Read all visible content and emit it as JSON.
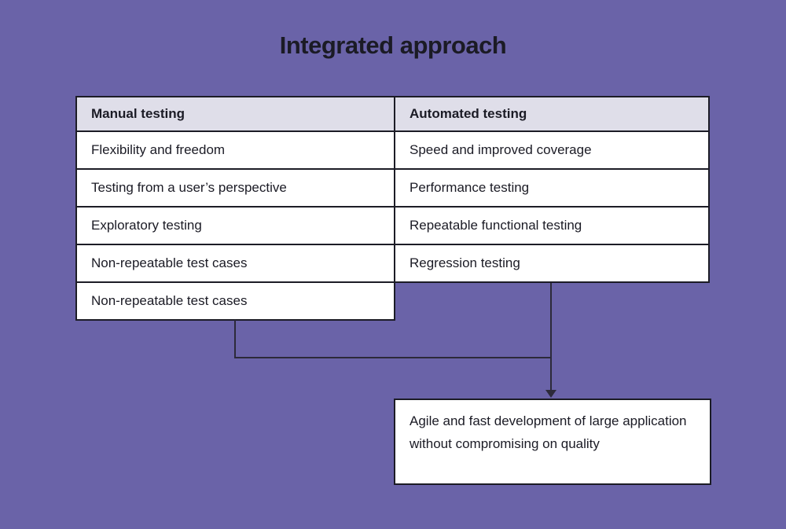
{
  "title": "Integrated approach",
  "table": {
    "headers": [
      "Manual testing",
      "Automated testing"
    ],
    "rows": [
      [
        "Flexibility and freedom",
        "Speed and improved coverage"
      ],
      [
        "Testing from a user’s perspective",
        "Performance testing"
      ],
      [
        "Exploratory testing",
        "Repeatable functional testing"
      ],
      [
        "Non-repeatable test cases",
        "Regression testing"
      ]
    ],
    "extra_row_left": "Non-repeatable test cases"
  },
  "result_box": {
    "text": "Agile and fast development of large application without compromising on quality"
  },
  "colors": {
    "background": "#6A63A8",
    "header_fill": "#DFDEE9",
    "cell_fill": "#FFFFFF",
    "border": "#1C1C26",
    "connector_line": "#2C2A3A",
    "text": "#1B1B25"
  }
}
